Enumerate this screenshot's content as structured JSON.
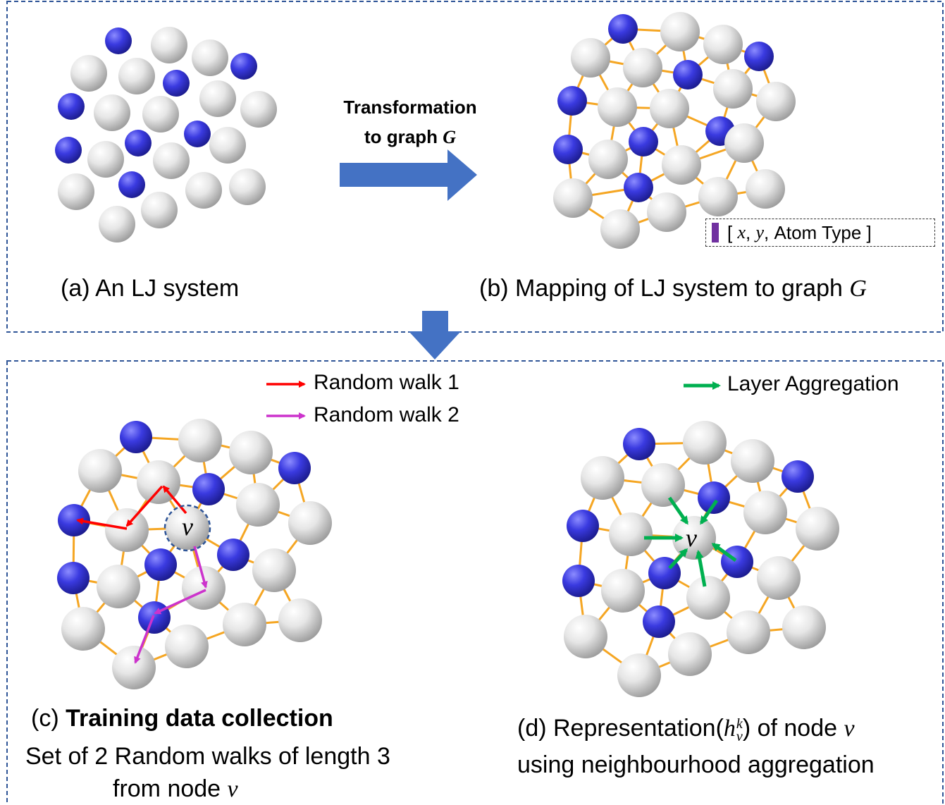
{
  "transform": {
    "line1": "Transformation",
    "line2_prefix": "to graph ",
    "line2_symbol": "G"
  },
  "feature_vector": {
    "open": "[",
    "x": "x",
    "comma1": ",",
    "y": "y",
    "comma2": ",",
    "atom": "Atom Type",
    "close": "]"
  },
  "captions": {
    "a": "(a) An LJ system",
    "b_prefix": "(b) Mapping of LJ system to graph ",
    "b_symbol": "G",
    "c_prefix": "(c) ",
    "c_bold": "Training data collection",
    "c_line2": "Set of 2 Random walks of length 3",
    "c_line3_prefix": "from node ",
    "c_line3_symbol": "v",
    "d_prefix": "(d) Representation(",
    "d_h": "h",
    "d_sup": "k",
    "d_sub": "v",
    "d_mid": ") of node ",
    "d_symbol": "v",
    "d_line2": "using neighbourhood aggregation"
  },
  "legend": {
    "walk1": "Random walk 1",
    "walk2": "Random walk 2",
    "aggregation": "Layer Aggregation"
  },
  "node_symbol": "v",
  "colors": {
    "panel_border": "#2f5597",
    "arrow_blue": "#4472c4",
    "edge": "#f5a623",
    "atom_gray": "#d9d9d9",
    "atom_blue": "#3333cc",
    "walk1": "#ff0000",
    "walk2": "#cc33cc",
    "aggregation": "#00b050"
  }
}
